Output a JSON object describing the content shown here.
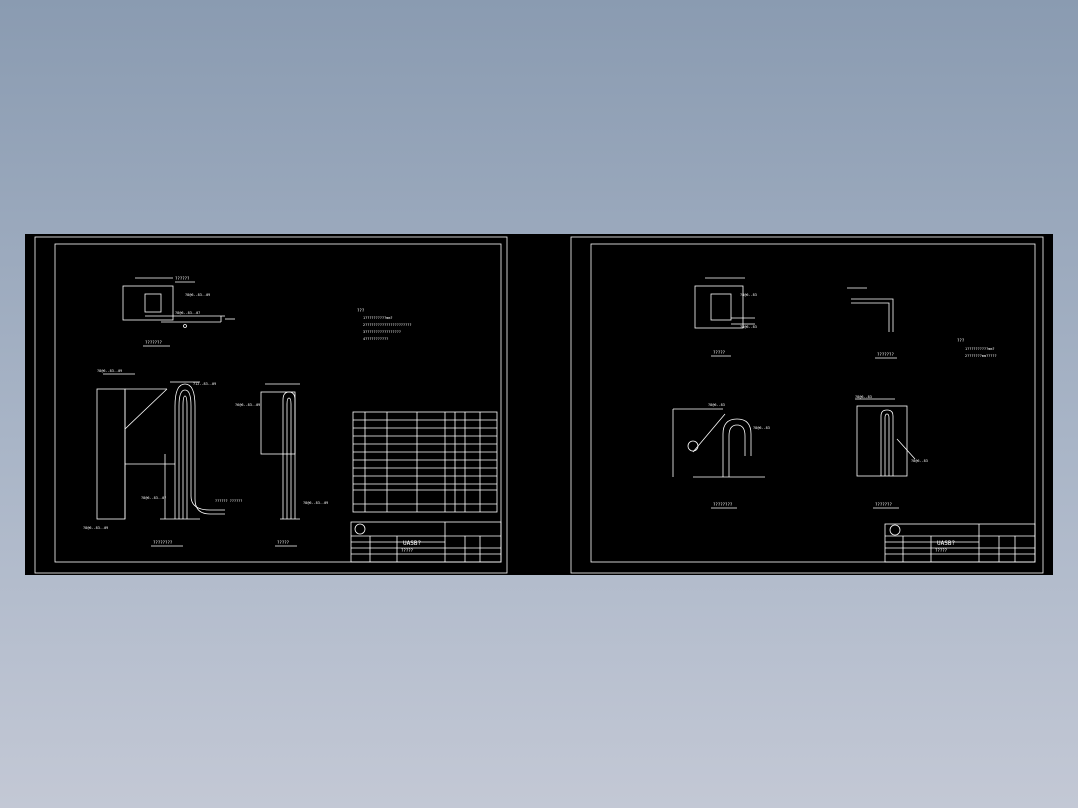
{
  "sheets": [
    {
      "title_block": {
        "project": "UASB?",
        "subtitle": "?????"
      },
      "notes": {
        "heading": "???",
        "lines": [
          "1??????????mm?",
          "2??????????????????????",
          "3?????????????????",
          "4???????????"
        ]
      },
      "views": [
        {
          "caption": "???????"
        },
        {
          "caption": "????????"
        },
        {
          "caption": "?????"
        }
      ],
      "callouts": [
        "?8@6--83--09",
        "?8@6--83--07",
        "?8@6--83--09",
        "?12--83--09",
        "?8@6--83--0?",
        "?8@6--83--09",
        "?6@6--83--09",
        "?8@6--83--09"
      ]
    },
    {
      "title_block": {
        "project": "UASB?",
        "subtitle": "?????"
      },
      "notes": {
        "heading": "???",
        "lines": [
          "1??????????mm?",
          "2???????mm?????"
        ]
      },
      "views": [
        {
          "caption": "?????"
        },
        {
          "caption": "???????"
        },
        {
          "caption": "????????"
        },
        {
          "caption": "???????"
        }
      ],
      "callouts": [
        "?8@6--83",
        "?8@6--83",
        "?8@6--83",
        "?8@6--83",
        "?8@6--83",
        "?8@6--83"
      ]
    }
  ],
  "colors": {
    "canvas": "#000000",
    "line": "#ffffff",
    "background_top": "#8a9bb1",
    "background_bottom": "#c3c8d5"
  }
}
